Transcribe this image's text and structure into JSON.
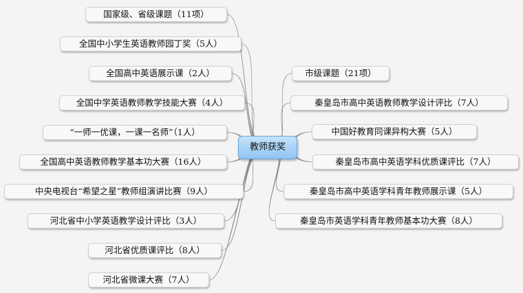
{
  "diagram": {
    "center": "教师获奖",
    "left_nodes": [
      "国家级、省级课题（11项）",
      "全国中小学生英语教师园丁奖（5人）",
      "全国高中英语展示课（2人）",
      "全国中学英语教师教学技能大赛（4人）",
      "“一师一优课，一课一名师”（1人）",
      "全国高中英语教师教学基本功大赛（16人）",
      "中央电视台“希望之星”教师组演讲比赛（9人）",
      "河北省中小学英语教学设计评比（3人）",
      "河北省优质课评比（8人）",
      "河北省微课大赛（7人）"
    ],
    "right_nodes": [
      "市级课题（21项）",
      "秦皇岛市高中英语教师教学设计评比（7人）",
      "中国好教育同课异构大赛（5人）",
      "秦皇岛市高中英语学科优质课评比（7人）",
      "秦皇岛市高中英语学科青年教师展示课（5人）",
      "秦皇岛市英语学科青年教师基本功大赛（8人）"
    ],
    "colors": {
      "link": "#8c8c8c",
      "center_fill": "#9ccdf5",
      "center_border": "#6aa8dc",
      "node_fill": "#f8f8f8",
      "node_border": "#cfcfcf"
    }
  }
}
